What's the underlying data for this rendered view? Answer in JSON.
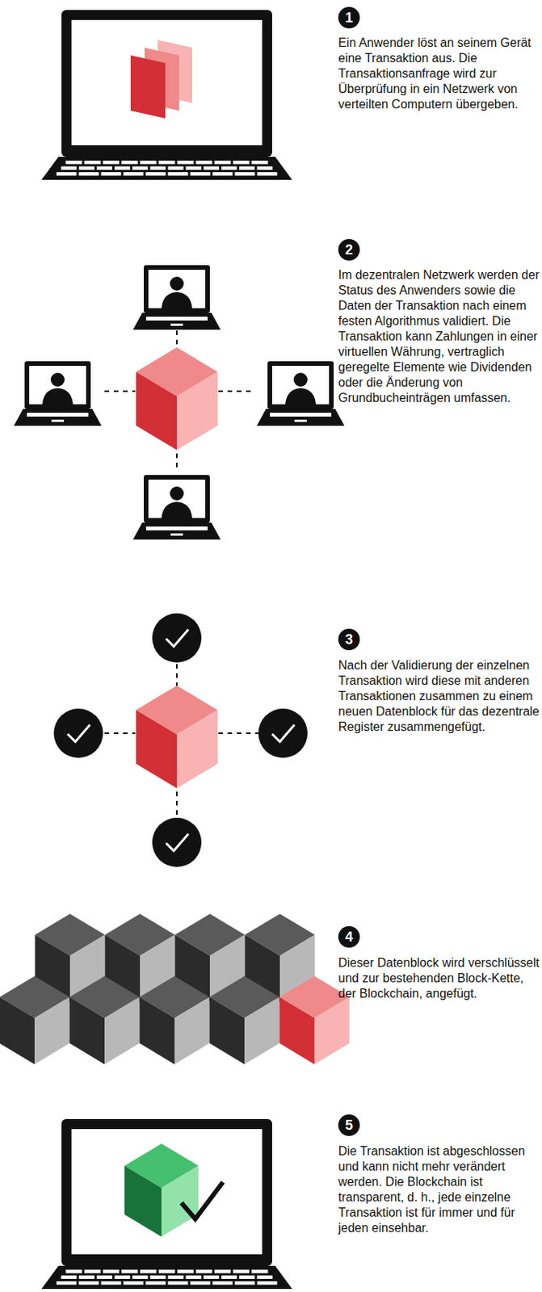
{
  "diagram": {
    "nodes": [
      {
        "text": [
          "1"
        ]
      },
      {
        "text": [
          "2"
        ]
      },
      {
        "text": [
          "3"
        ]
      },
      {
        "text": [
          "4"
        ]
      },
      {
        "text": [
          "5"
        ]
      }
    ],
    "labels": [
      "Ein Anwender löst an seinem Gerät eine Transaktion aus. Die Transaktionsanfrage wird zur Überprüfung in ein Netzwerk von verteilten Computern übergeben.",
      "Im dezentralen Netzwerk werden der Status des Anwenders sowie die Daten der Transaktion nach einem festen Algorithmus validiert. Die Transaktion kann Zahlungen in einer virtuellen Währung, vertraglich geregelte Elemente wie Dividenden oder die Änderung von Grundbucheinträgen umfassen.",
      "Nach der Validierung der einzelnen Transaktion wird diese mit anderen Transaktionen zusammen zu einem neuen Datenblock für das dezentrale Register zusammengefügt.",
      "Dieser Datenblock wird verschlüsselt und zur bestehenden Block-Kette, der Blockchain, angefügt.",
      "Die Transaktion ist abgeschlossen und kann nicht mehr verändert werden. Die Blockchain ist transparent, d. h., jede einzelne Transaktion ist für immer und für jeden einsehbar."
    ]
  }
}
